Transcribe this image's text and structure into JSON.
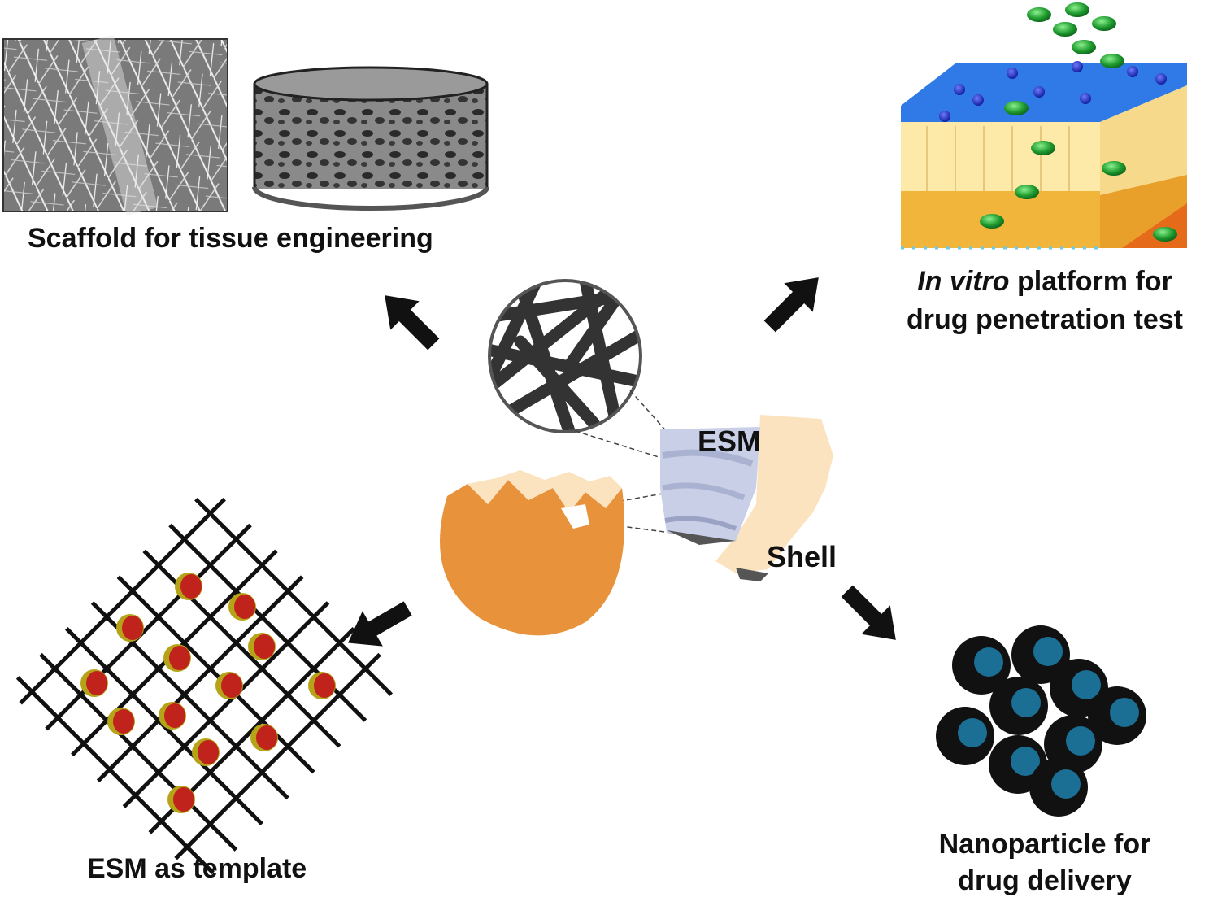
{
  "labels": {
    "scaffold": "Scaffold for tissue engineering",
    "invitro_italic": "In vitro",
    "invitro_rest": " platform for",
    "invitro_line2": "drug penetration test",
    "template": "ESM as template",
    "nano_line1": "Nanoparticle for",
    "nano_line2": "drug delivery",
    "esm": "ESM",
    "shell": "Shell"
  },
  "colors": {
    "arrow": "#111111",
    "egg_orange": "#e8923c",
    "egg_inner": "#fbe3c0",
    "membrane_blue": "#c9cfe6",
    "fiber_dark": "#333333",
    "template_dot": "#c0231b",
    "template_dot_rim": "#b5a417",
    "nano_shell": "#111111",
    "nano_core": "#1b6e94",
    "drug_green": "#1e9a2e",
    "drug_blue": "#1520b8",
    "skin_top": "#2f7ae6",
    "skin_yellow": "#fde9a8",
    "skin_orange": "#f2b53c"
  }
}
